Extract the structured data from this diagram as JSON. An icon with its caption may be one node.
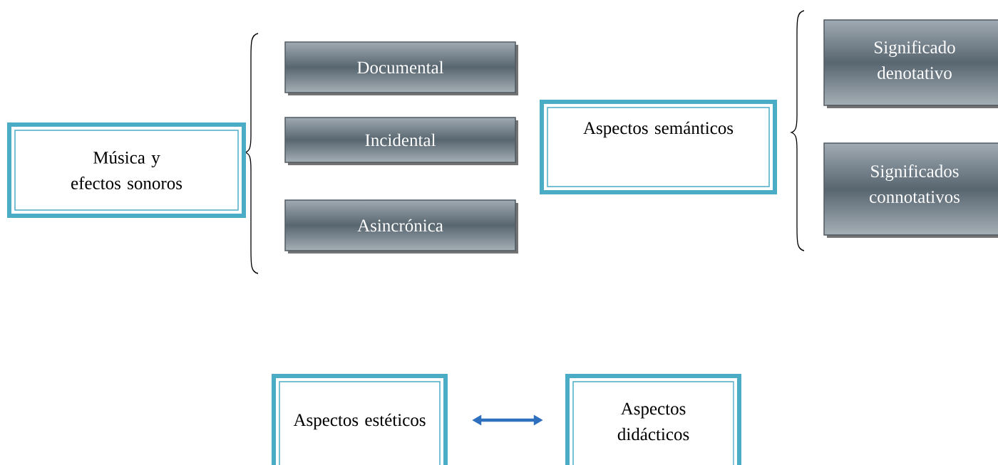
{
  "diagram": {
    "nodes": [
      {
        "text": [
          "Música y efectos sonoros"
        ]
      },
      {
        "text": [
          "Documental"
        ]
      },
      {
        "text": [
          "Incidental"
        ]
      },
      {
        "text": [
          "Asincrónica"
        ]
      },
      {
        "text": [
          "Aspectos semánticos"
        ]
      },
      {
        "text": [
          "Significado denotativo"
        ]
      },
      {
        "text": [
          "Significados connotativos"
        ]
      },
      {
        "text": [
          "Aspectos estéticos"
        ]
      },
      {
        "text": [
          "Aspectos didácticos"
        ]
      }
    ],
    "edges": [
      {
        "from": 7,
        "to": 8,
        "arrow": "both"
      }
    ]
  }
}
